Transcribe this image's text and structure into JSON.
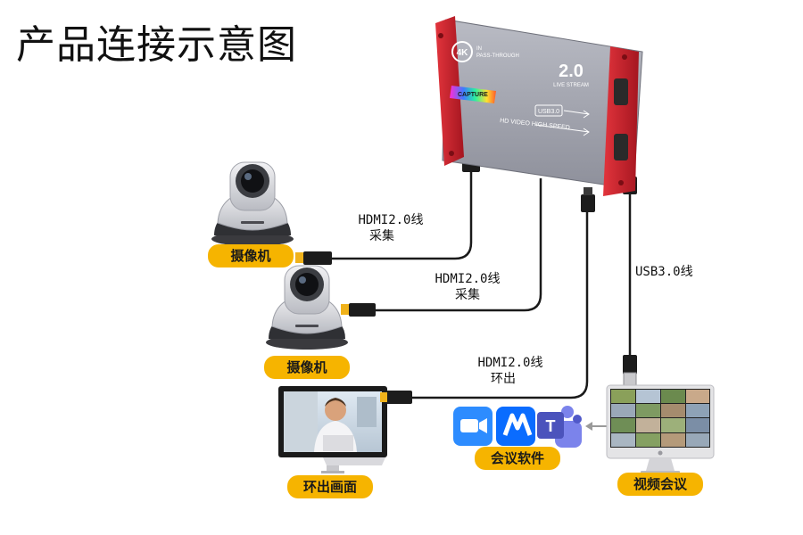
{
  "title": "产品连接示意图",
  "device": {
    "badge": "4K",
    "brand_line1": "IN",
    "brand_line2": "PASS-THROUGH",
    "logo": "2.0",
    "logo_sub": "LIVE STREAM",
    "strip": "CAPTURE",
    "usb": "USB3.0",
    "slogan": "HD VIDEO HIGH SPEED"
  },
  "cables": {
    "hdmi1_line1": "HDMI2.0线",
    "hdmi1_line2": "采集",
    "hdmi2_line1": "HDMI2.0线",
    "hdmi2_line2": "采集",
    "hdmi3_line1": "HDMI2.0线",
    "hdmi3_line2": "环出",
    "usb": "USB3.0线"
  },
  "labels": {
    "camera1": "摄像机",
    "camera2": "摄像机",
    "loop_out": "环出画面",
    "conf_software": "会议软件",
    "video_conf": "视频会议"
  },
  "icons": {
    "zoom": "zoom-icon",
    "voov": "tencent-meeting-icon",
    "teams": "teams-icon",
    "teams_letter": "T"
  },
  "colors": {
    "label_bg": "#f6b400",
    "device_red": "#c8202a",
    "device_body": "#9ea0ab"
  }
}
